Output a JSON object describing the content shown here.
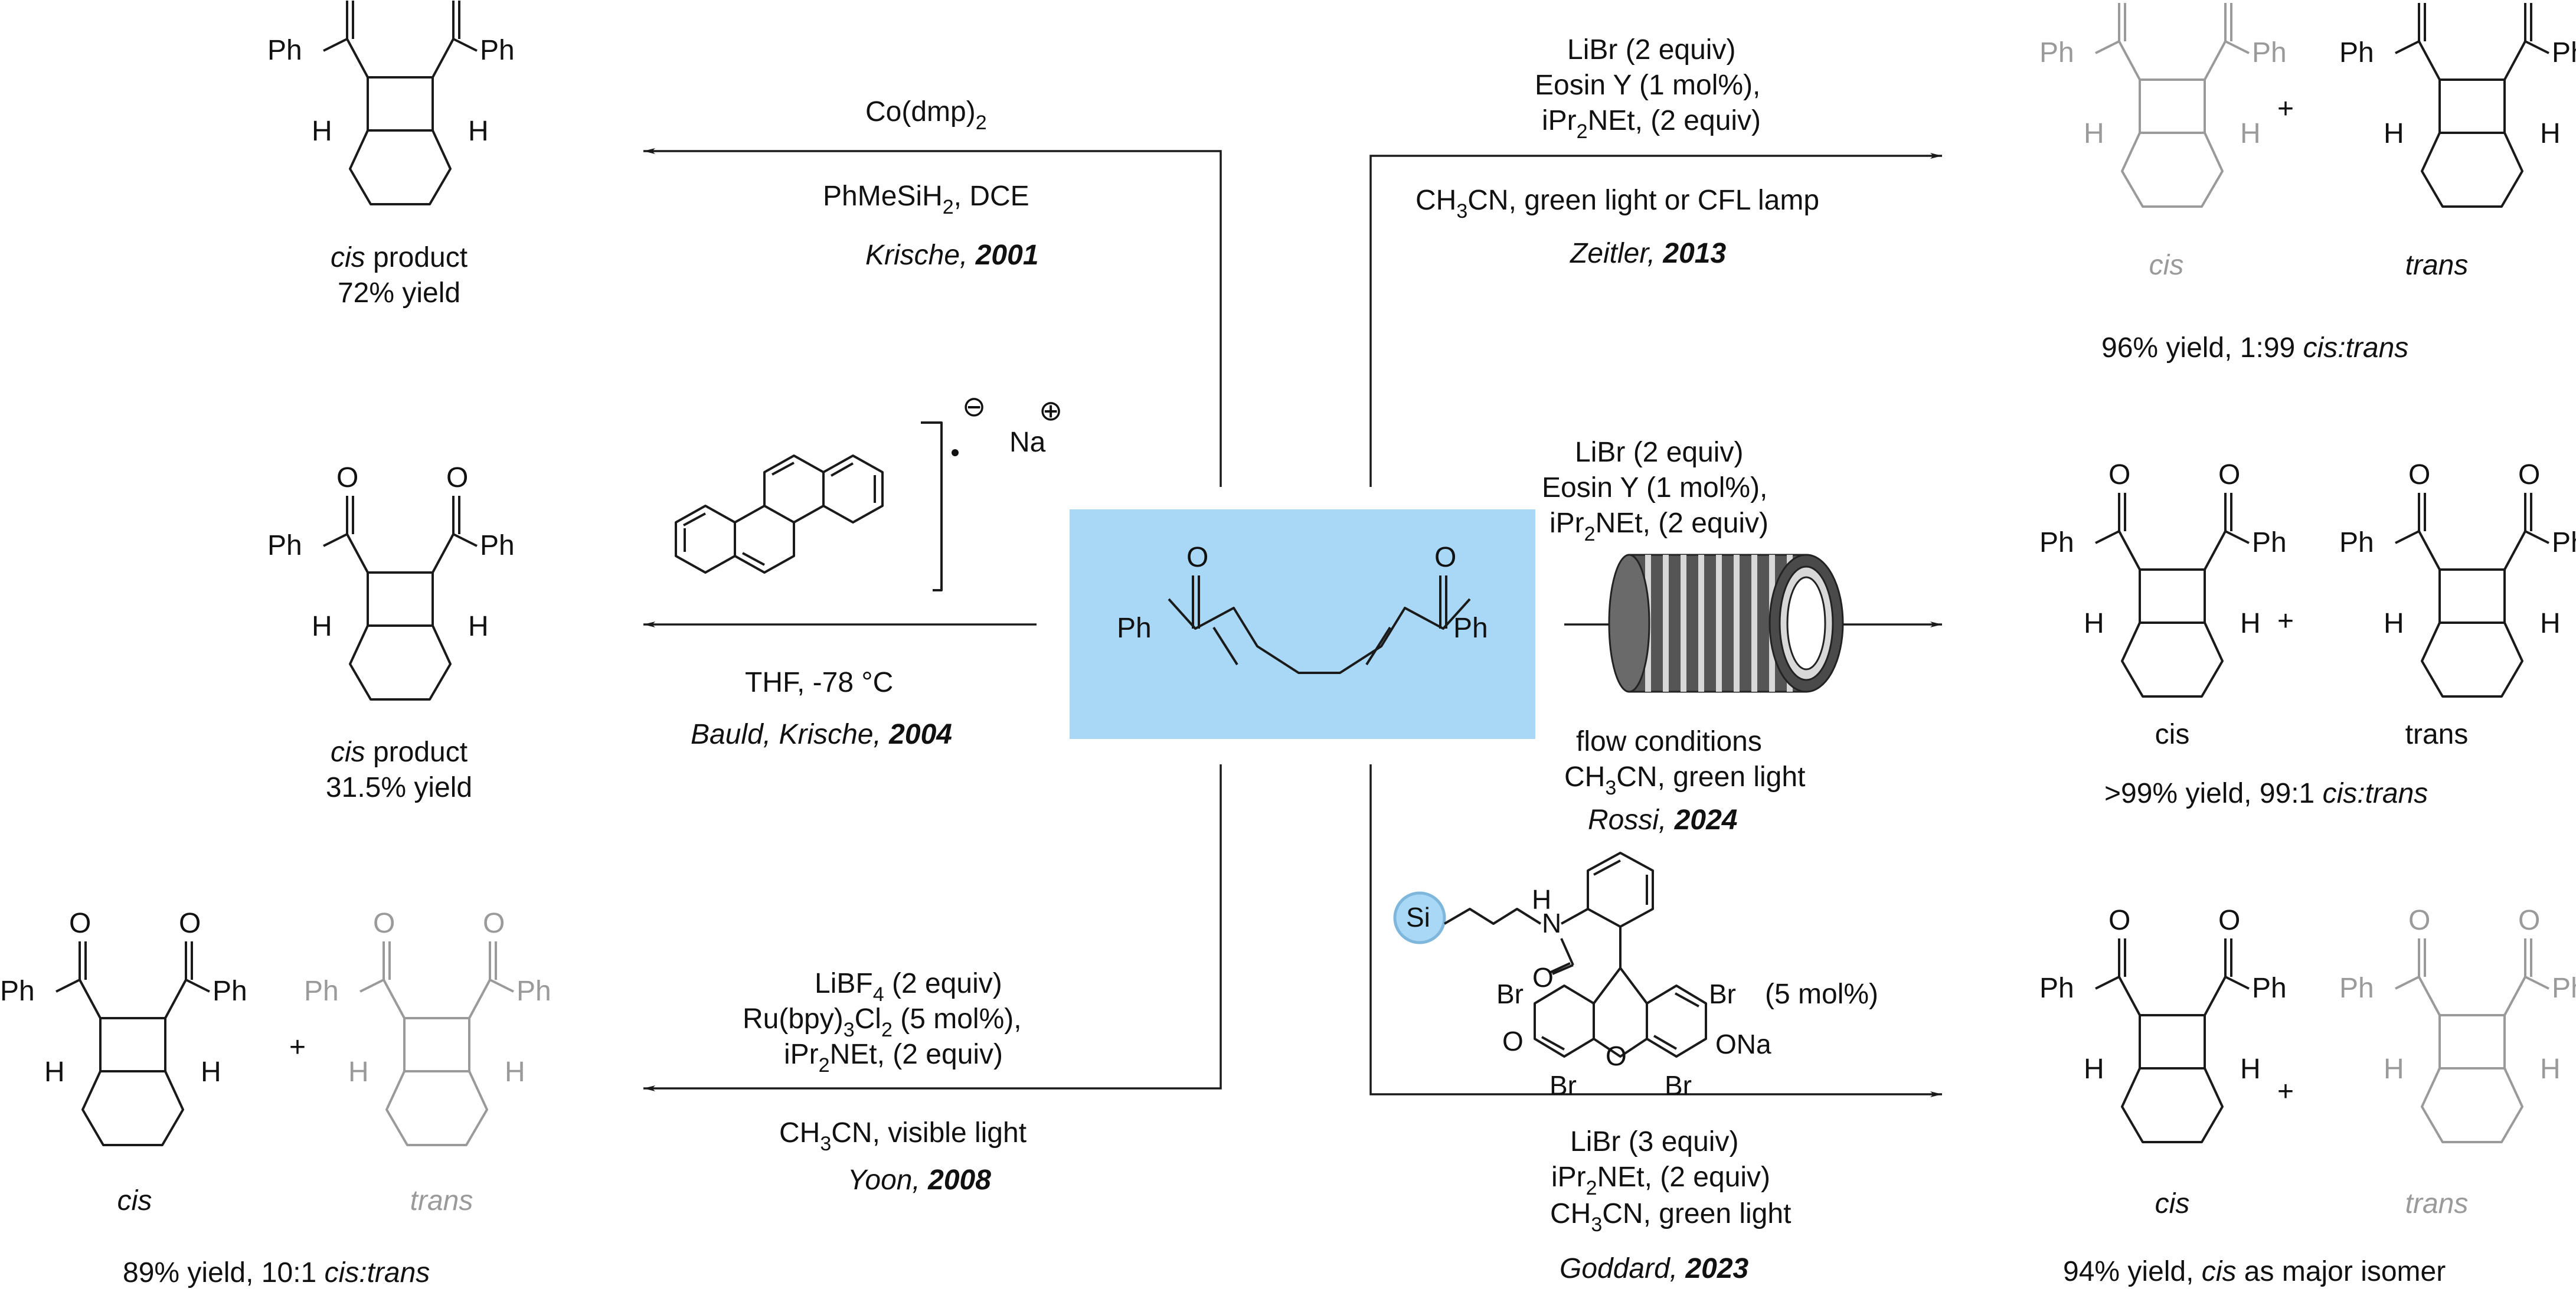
{
  "center": {
    "left_ph": "Ph",
    "right_ph": "Ph",
    "o_left": "O",
    "o_right": "O",
    "fill_color": "#a8d8f5"
  },
  "molecule_labels": {
    "ph": "Ph",
    "o": "O",
    "h": "H"
  },
  "krische2001": {
    "reagent": "Co(dmp)",
    "reagent_sub": "2",
    "conditions": "PhMeSiH",
    "conditions_sub": "2",
    "conditions_tail": ", DCE",
    "author": "Krische, ",
    "year": "2001",
    "product_italic": "cis",
    "product_rest": " product",
    "yield": "72% yield"
  },
  "bauld2004": {
    "anion": "⊖",
    "cation": "Na",
    "cation_charge": "⊕",
    "conditions": "THF, -78 °C",
    "author": "Bauld, Krische, ",
    "year": "2004",
    "product_italic": "cis",
    "product_rest": " product",
    "yield": "31.5% yield"
  },
  "yoon2008": {
    "line1": "LiBF",
    "line1_sub": "4",
    "line1_tail": " (2 equiv)",
    "line2": "Ru(bpy)",
    "line2_sub1": "3",
    "line2_mid": "Cl",
    "line2_sub2": "2",
    "line2_tail": " (5 mol%),",
    "line3": "iPr",
    "line3_sub": "2",
    "line3_tail": "NEt, (2 equiv)",
    "line4": "CH",
    "line4_sub": "3",
    "line4_tail": "CN, visible light",
    "author": "Yoon, ",
    "year": "2008",
    "label_cis": "cis",
    "label_trans": "trans",
    "plus": "+",
    "yield_text": "89% yield,  10:1 ",
    "yield_ratio": "cis:trans"
  },
  "zeitler2013": {
    "line1": "LiBr (2 equiv)",
    "line2": "Eosin Y (1 mol%),",
    "line3": "iPr",
    "line3_sub": "2",
    "line3_tail": "NEt, (2 equiv)",
    "line4": "CH",
    "line4_sub": "3",
    "line4_tail": "CN, green light or CFL lamp",
    "author": "Zeitler, ",
    "year": "2013",
    "label_cis": "cis",
    "label_trans": "trans",
    "plus": "+",
    "yield_text": "96% yield,  1:99 ",
    "yield_ratio": "cis:trans"
  },
  "rossi2024": {
    "line1": "LiBr (2 equiv)",
    "line2": "Eosin Y (1 mol%),",
    "line3": "iPr",
    "line3_sub": "2",
    "line3_tail": "NEt, (2 equiv)",
    "line4": "flow conditions",
    "line5": "CH",
    "line5_sub": "3",
    "line5_tail": "CN, green light",
    "author": "Rossi, ",
    "year": "2024",
    "label_cis": "cis",
    "label_trans": "trans",
    "plus": "+",
    "yield_text": ">99% yield,  99:1 ",
    "yield_ratio": "cis:trans"
  },
  "goddard2023": {
    "si": "Si",
    "nh": "H",
    "n": "N",
    "o_amide": "O",
    "br1": "Br",
    "br2": "Br",
    "br3": "Br",
    "br4": "Br",
    "o_keto": "O",
    "ona": "ONa",
    "loading": "(5 mol%)",
    "line1": "LiBr (3 equiv)",
    "line2": "iPr",
    "line2_sub": "2",
    "line2_tail": "NEt, (2 equiv)",
    "line3": "CH",
    "line3_sub": "3",
    "line3_tail": "CN, green light",
    "author": "Goddard, ",
    "year": "2023",
    "label_cis": "cis",
    "label_trans": "trans",
    "plus": "+",
    "yield_text": "94% yield,  ",
    "yield_italic": "cis",
    "yield_tail": " as major isomer",
    "si_color": "#a8d8f5"
  }
}
